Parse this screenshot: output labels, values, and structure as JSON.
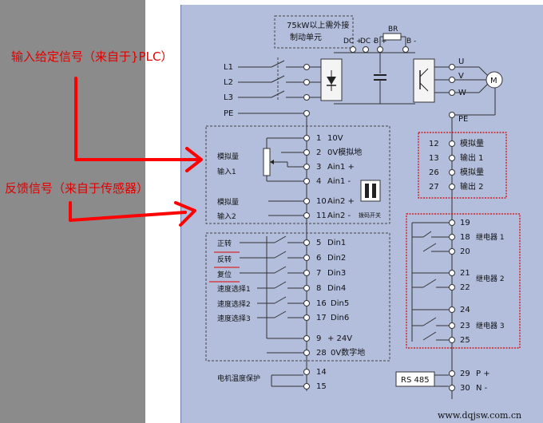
{
  "power": {
    "brake_note_line1": "75kW以上需外接",
    "brake_note_line2": "制动单元",
    "dc_plus": "DC +",
    "dc_minus": "DC -",
    "br": "BR",
    "b_plus": "B +",
    "b_minus": "B -",
    "inputs": [
      "L1",
      "L2",
      "L3",
      "PE"
    ],
    "outputs": [
      "U",
      "V",
      "W",
      "PE"
    ],
    "motor": "M"
  },
  "annotations": {
    "input_signal": "输入给定信号（来自于}PLC）",
    "feedback_signal": "反馈信号（来自于传感器）"
  },
  "analog_in": {
    "group1_line1": "模拟量",
    "group1_line2": "输入1",
    "group2_line1": "模拟量",
    "group2_line2": "输入2",
    "dip_label": "拨码开关",
    "terminals": [
      {
        "num": "1",
        "label": "10V"
      },
      {
        "num": "2",
        "label": "0V模拟地"
      },
      {
        "num": "3",
        "label": "Ain1 +"
      },
      {
        "num": "4",
        "label": "Ain1 -"
      },
      {
        "num": "10",
        "label": "Ain2 +"
      },
      {
        "num": "11",
        "label": "Ain2 -"
      }
    ]
  },
  "digital_in": {
    "labels": [
      "正转",
      "反转",
      "复位",
      "速度选择1",
      "速度选择2",
      "速度选择3"
    ],
    "terminals": [
      {
        "num": "5",
        "label": "Din1"
      },
      {
        "num": "6",
        "label": "Din2"
      },
      {
        "num": "7",
        "label": "Din3"
      },
      {
        "num": "8",
        "label": "Din4"
      },
      {
        "num": "16",
        "label": "Din5"
      },
      {
        "num": "17",
        "label": "Din6"
      }
    ],
    "supply": [
      {
        "num": "9",
        "label": "+ 24V"
      },
      {
        "num": "28",
        "label": "0V数字地"
      }
    ]
  },
  "motor_temp": {
    "label": "电机温度保护",
    "terminals": [
      "14",
      "15"
    ]
  },
  "analog_out": {
    "terminals": [
      {
        "num": "12",
        "label": "模拟量"
      },
      {
        "num": "13",
        "label": "输出 1"
      },
      {
        "num": "26",
        "label": "模拟量"
      },
      {
        "num": "27",
        "label": "输出 2"
      }
    ]
  },
  "relays": {
    "terminals": [
      "19",
      "18",
      "20",
      "21",
      "22",
      "24",
      "23",
      "25"
    ],
    "labels": [
      "继电器 1",
      "继电器 2",
      "继电器 3"
    ]
  },
  "rs485": {
    "label": "RS 485",
    "terminals": [
      {
        "num": "29",
        "label": "P +"
      },
      {
        "num": "30",
        "label": "N -"
      }
    ]
  },
  "watermark": "www.dqjsw.com.cn"
}
